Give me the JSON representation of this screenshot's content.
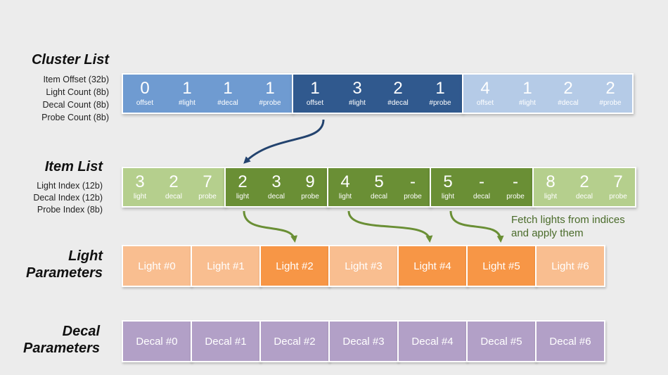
{
  "titles": {
    "cluster_list": "Cluster List",
    "item_list": "Item List",
    "light_params_1": "Light",
    "light_params_2": "Parameters",
    "decal_params_1": "Decal",
    "decal_params_2": "Parameters"
  },
  "cluster_fields": [
    "Item Offset (32b)",
    "Light Count  (8b)",
    "Decal Count  (8b)",
    "Probe Count  (8b)"
  ],
  "item_fields": [
    "Light Index (12b)",
    "Decal Index (12b)",
    "Probe Index   (8b)"
  ],
  "cluster_groups": [
    {
      "color": "#6f9bd1",
      "cells": [
        {
          "value": "0",
          "label": "offset"
        },
        {
          "value": "1",
          "label": "#light"
        },
        {
          "value": "1",
          "label": "#decal"
        },
        {
          "value": "1",
          "label": "#probe"
        }
      ]
    },
    {
      "color": "#30598e",
      "cells": [
        {
          "value": "1",
          "label": "offset"
        },
        {
          "value": "3",
          "label": "#light"
        },
        {
          "value": "2",
          "label": "#decal"
        },
        {
          "value": "1",
          "label": "#probe"
        }
      ]
    },
    {
      "color": "#b5cbe7",
      "cells": [
        {
          "value": "4",
          "label": "offset"
        },
        {
          "value": "1",
          "label": "#light"
        },
        {
          "value": "2",
          "label": "#decal"
        },
        {
          "value": "2",
          "label": "#probe"
        }
      ]
    }
  ],
  "item_groups": [
    {
      "color": "#b5cf8d",
      "cells": [
        {
          "value": "3",
          "label": "light"
        },
        {
          "value": "2",
          "label": "decal"
        },
        {
          "value": "7",
          "label": "probe"
        }
      ]
    },
    {
      "color": "#6a8f35",
      "cells": [
        {
          "value": "2",
          "label": "light"
        },
        {
          "value": "3",
          "label": "decal"
        },
        {
          "value": "9",
          "label": "probe"
        }
      ]
    },
    {
      "color": "#6a8f35",
      "cells": [
        {
          "value": "4",
          "label": "light"
        },
        {
          "value": "5",
          "label": "decal"
        },
        {
          "value": "-",
          "label": "probe"
        }
      ]
    },
    {
      "color": "#6a8f35",
      "cells": [
        {
          "value": "5",
          "label": "light"
        },
        {
          "value": "-",
          "label": "decal"
        },
        {
          "value": "-",
          "label": "probe"
        }
      ]
    },
    {
      "color": "#b5cf8d",
      "cells": [
        {
          "value": "8",
          "label": "light"
        },
        {
          "value": "2",
          "label": "decal"
        },
        {
          "value": "7",
          "label": "probe"
        }
      ]
    }
  ],
  "lights": [
    {
      "label": "Light #0",
      "color": "#f9be90"
    },
    {
      "label": "Light #1",
      "color": "#f9be90"
    },
    {
      "label": "Light #2",
      "color": "#f79646"
    },
    {
      "label": "Light #3",
      "color": "#f9be90"
    },
    {
      "label": "Light #4",
      "color": "#f79646"
    },
    {
      "label": "Light #5",
      "color": "#f79646"
    },
    {
      "label": "Light #6",
      "color": "#f9be90"
    }
  ],
  "decals": [
    {
      "label": "Decal #0",
      "color": "#b2a0c7"
    },
    {
      "label": "Decal #1",
      "color": "#b2a0c7"
    },
    {
      "label": "Decal #2",
      "color": "#b2a0c7"
    },
    {
      "label": "Decal #3",
      "color": "#b2a0c7"
    },
    {
      "label": "Decal #4",
      "color": "#b2a0c7"
    },
    {
      "label": "Decal #5",
      "color": "#b2a0c7"
    },
    {
      "label": "Decal #6",
      "color": "#b2a0c7"
    }
  ],
  "annotation": [
    "Fetch lights from indices",
    "and apply them"
  ],
  "colors": {
    "cluster_arrow": "#23436e",
    "item_arrow": "#6a8f35"
  }
}
